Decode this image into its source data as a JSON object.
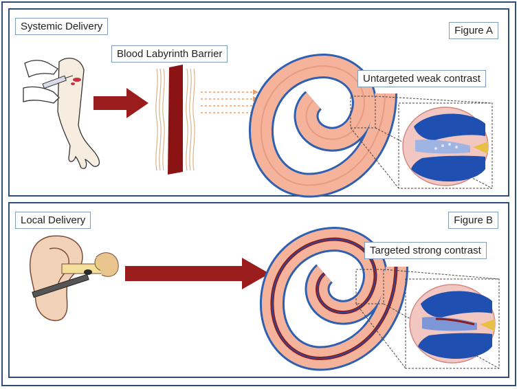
{
  "figure_a": {
    "title_label": "Systemic Delivery",
    "figure_label": "Figure A",
    "barrier_label": "Blood Labyrinth Barrier",
    "contrast_label": "Untargeted weak contrast"
  },
  "figure_b": {
    "title_label": "Local Delivery",
    "figure_label": "Figure B",
    "contrast_label": "Targeted strong contrast"
  },
  "colors": {
    "frame": "#2f4f7a",
    "arrow": "#9b1c1c",
    "barrier": "#8b1212",
    "cochlea_fill": "#f4b39a",
    "cochlea_edge": "#2e5fb0",
    "duct_blue": "#1f4fb0",
    "duct_red": "#8b1d1d"
  },
  "icons": [
    "arm-injection-icon",
    "ear-anatomy-icon",
    "cochlea-spiral-icon",
    "cochlea-cross-section-icon"
  ]
}
